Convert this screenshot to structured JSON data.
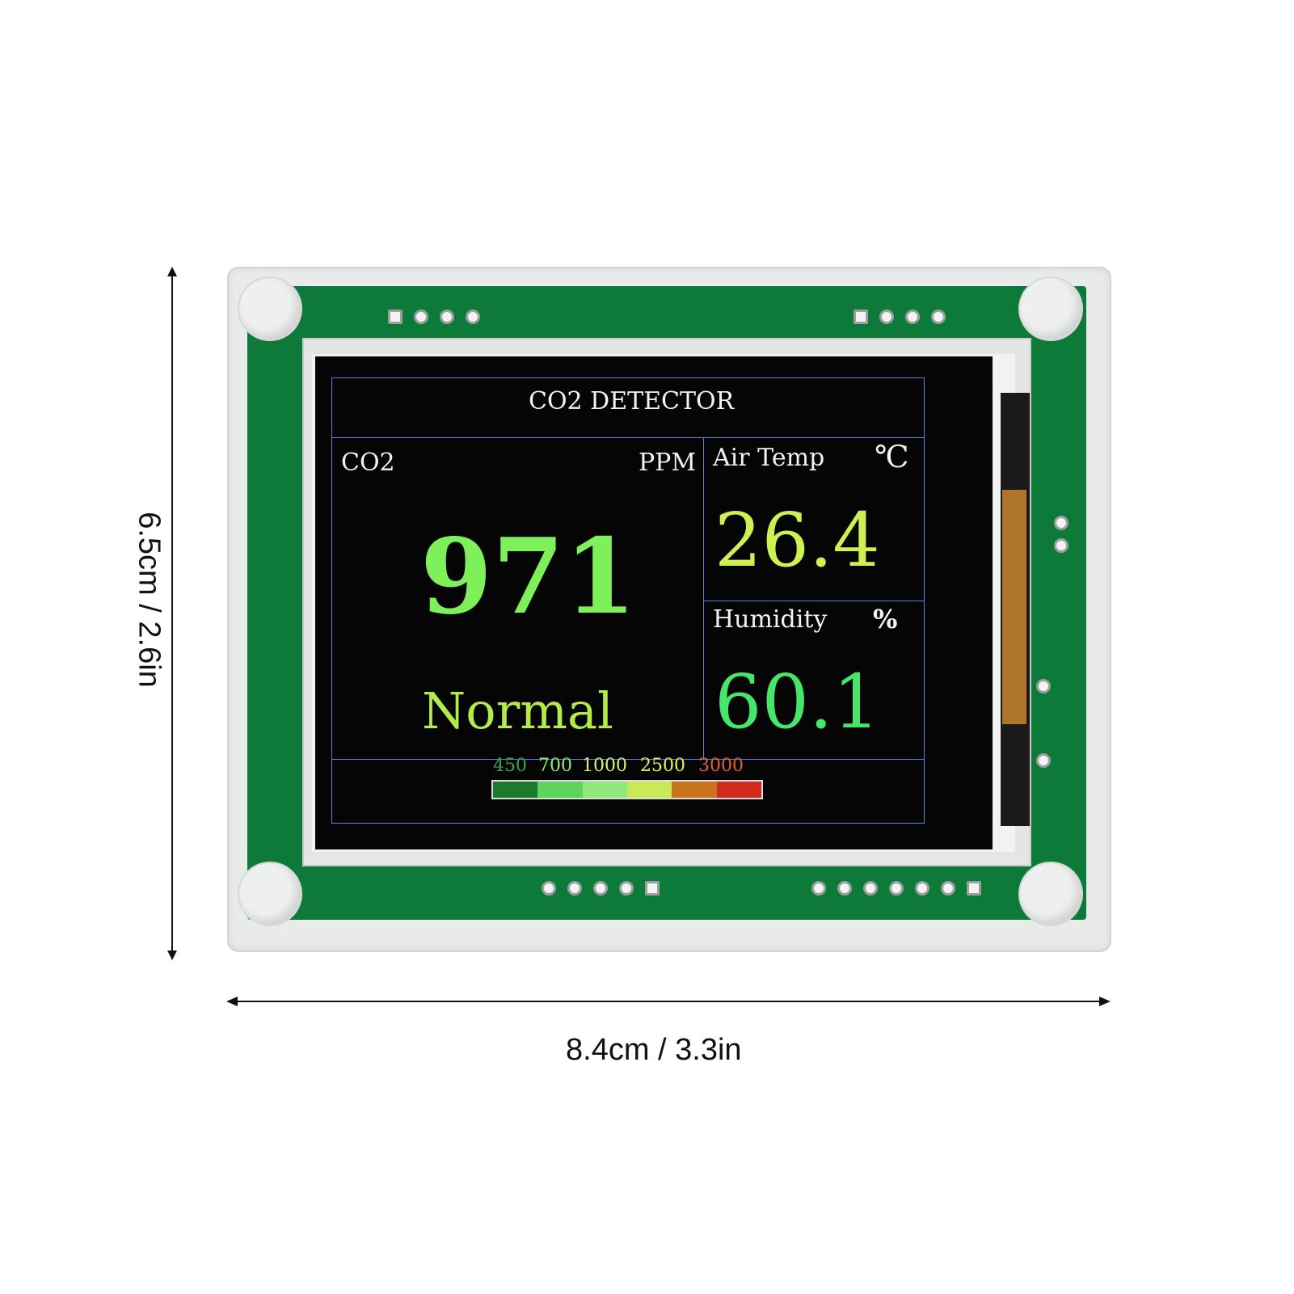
{
  "dimensions": {
    "height_label": "6.5cm / 2.6in",
    "width_label": "8.4cm / 3.3in"
  },
  "display": {
    "title": "CO2 DETECTOR",
    "co2": {
      "label": "CO2",
      "unit": "PPM",
      "value": "971",
      "status": "Normal"
    },
    "air_temp": {
      "label": "Air Temp",
      "unit": "℃",
      "value": "26.4"
    },
    "humidity": {
      "label": "Humidity",
      "unit": "%",
      "value": "60.1"
    },
    "scale": {
      "labels": [
        "450",
        "700",
        "1000",
        "2500",
        "3000"
      ],
      "label_colors": [
        "#3fa34d",
        "#8cf06a",
        "#d6f27a",
        "#e7ef5a",
        "#e0622e"
      ],
      "segment_colors": [
        "#1c7a2c",
        "#5ed45a",
        "#8fe87a",
        "#c9ea55",
        "#c8741c",
        "#d42a1e"
      ]
    }
  },
  "colors": {
    "pcb": "#0e7a3a",
    "grid_line": "#5b7fe0",
    "co2_value": "#7ef05a",
    "temp_value": "#cff052",
    "humidity_value": "#45e66a"
  }
}
